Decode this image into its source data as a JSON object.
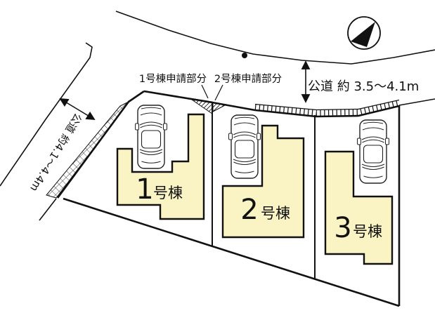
{
  "roads": {
    "top": {
      "label": "公道 約 3.5〜4.1m"
    },
    "left": {
      "label": "公道 約4.1〜4.4m"
    }
  },
  "annotations": {
    "lot1": "1号棟申請部分",
    "lot2": "2号棟申請部分"
  },
  "lots": [
    {
      "number": "1",
      "suffix": "号棟"
    },
    {
      "number": "2",
      "suffix": "号棟"
    },
    {
      "number": "3",
      "suffix": "号棟"
    }
  ],
  "icons": {
    "compass": "north-arrow-icon"
  },
  "colors": {
    "building_fill": "#faf3c3",
    "line": "#111111",
    "background": "#ffffff"
  }
}
